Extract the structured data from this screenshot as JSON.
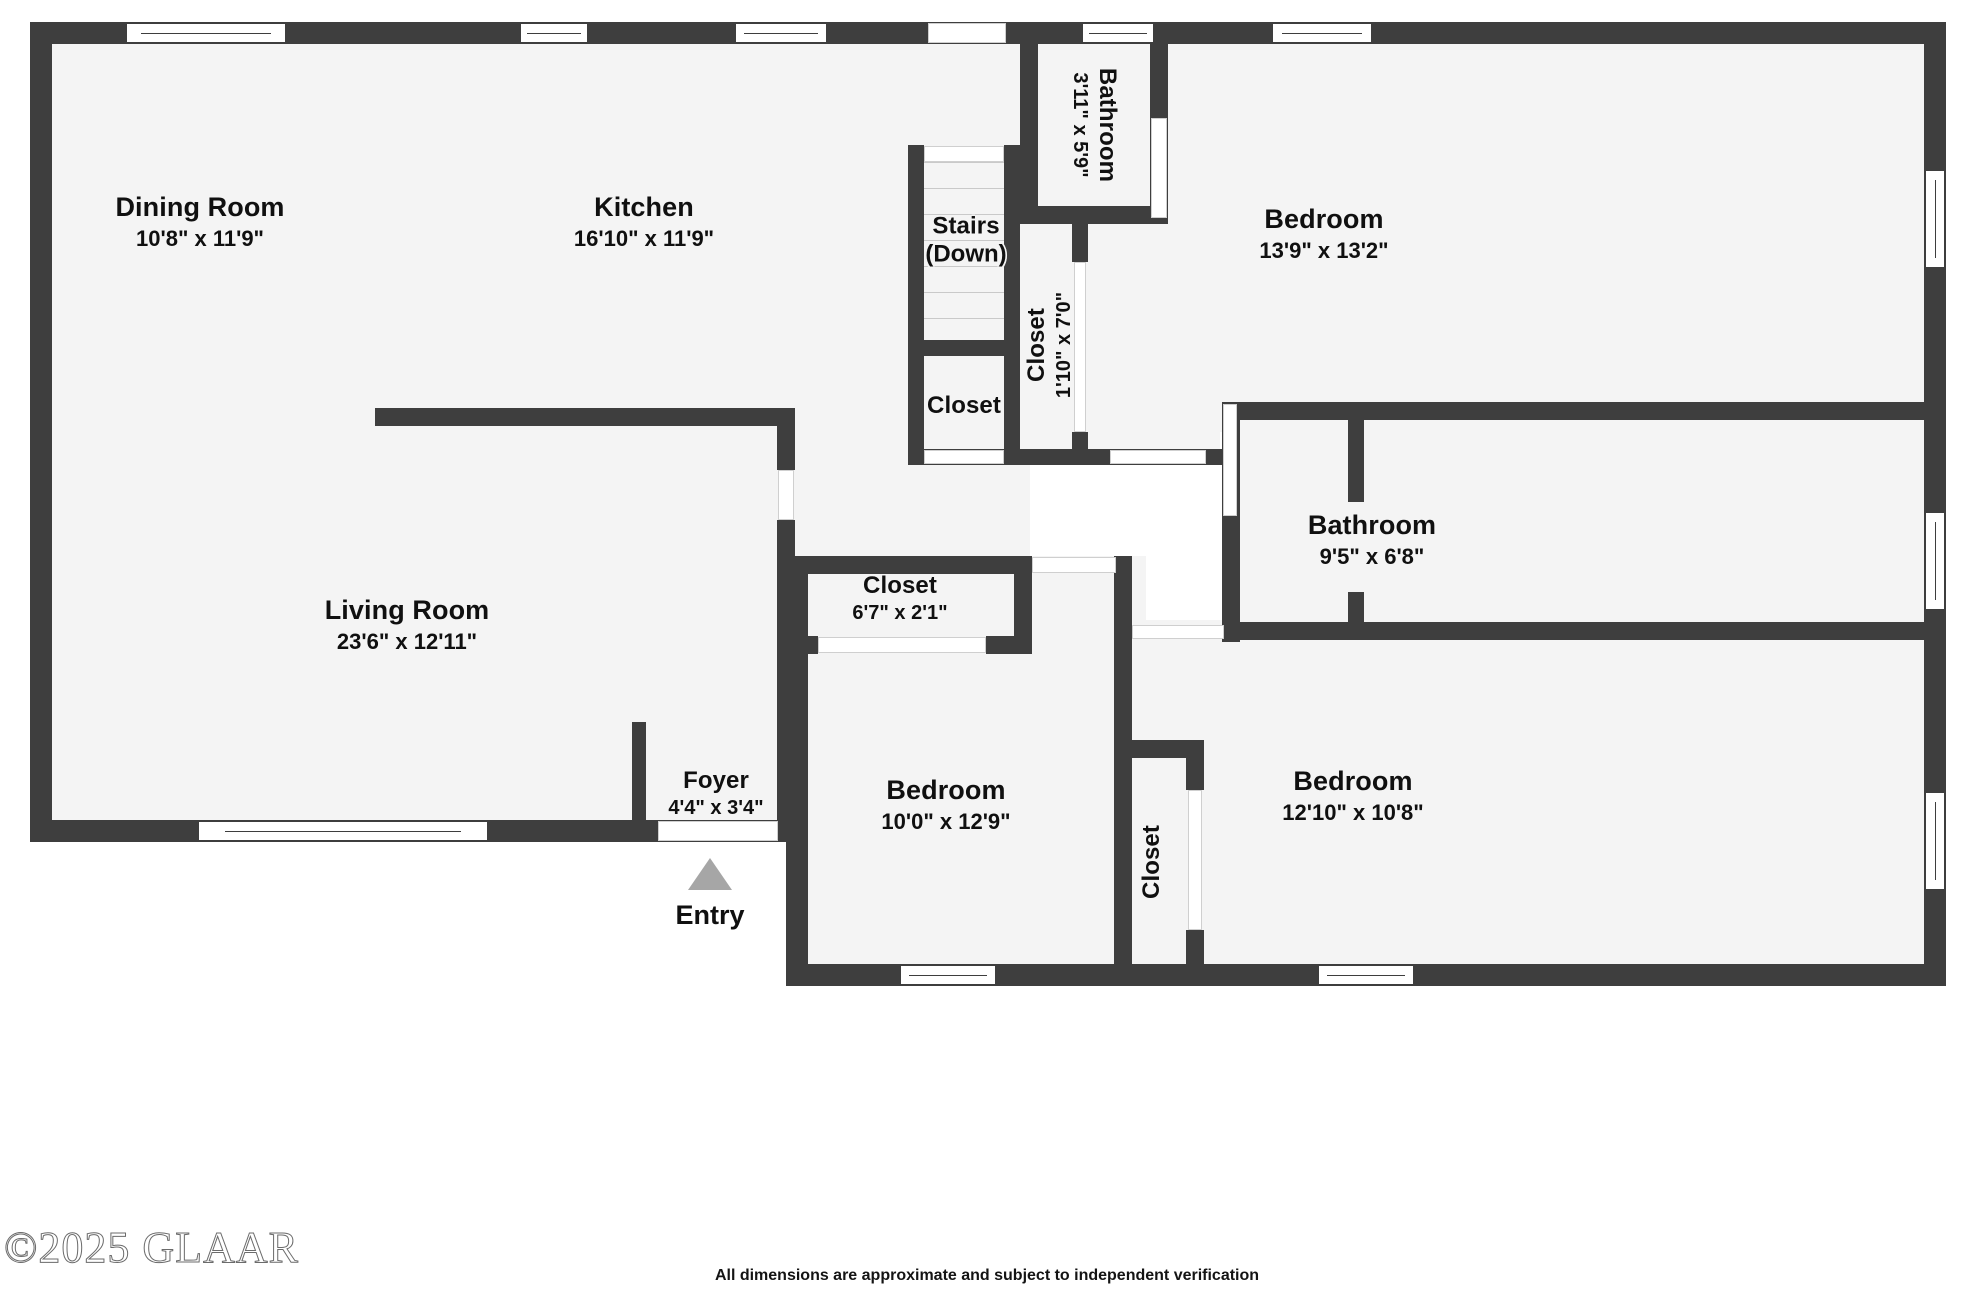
{
  "document": {
    "type": "floor-plan",
    "watermark": "©2025 GLAAR",
    "footer_note": "All dimensions are approximate and subject to independent verification"
  },
  "entry": {
    "label": "Entry",
    "marker": "entry-arrow-icon"
  },
  "rooms": [
    {
      "id": "dining-room",
      "name": "Dining Room",
      "dimensions": "10'8\" x 11'9\""
    },
    {
      "id": "kitchen",
      "name": "Kitchen",
      "dimensions": "16'10\" x 11'9\""
    },
    {
      "id": "living-room",
      "name": "Living Room",
      "dimensions": "23'6\" x 12'11\""
    },
    {
      "id": "foyer",
      "name": "Foyer",
      "dimensions": "4'4\" x 3'4\""
    },
    {
      "id": "stairs",
      "name": "Stairs",
      "dimensions": "(Down)"
    },
    {
      "id": "closet-stairs",
      "name": "Closet",
      "dimensions": ""
    },
    {
      "id": "bathroom-top",
      "name": "Bathroom",
      "dimensions": "3'11\" x 5'9\""
    },
    {
      "id": "closet-hall",
      "name": "Closet",
      "dimensions": "1'10\" x 7'0\""
    },
    {
      "id": "bedroom-top-right",
      "name": "Bedroom",
      "dimensions": "13'9\" x 13'2\""
    },
    {
      "id": "bathroom-right",
      "name": "Bathroom",
      "dimensions": "9'5\" x 6'8\""
    },
    {
      "id": "closet-bedroom-2",
      "name": "Closet",
      "dimensions": "6'7\" x 2'1\""
    },
    {
      "id": "bedroom-center",
      "name": "Bedroom",
      "dimensions": "10'0\" x 12'9\""
    },
    {
      "id": "closet-bedroom-3",
      "name": "Closet",
      "dimensions": ""
    },
    {
      "id": "bedroom-bottom-right",
      "name": "Bedroom",
      "dimensions": "12'10\" x 10'8\""
    }
  ],
  "colors": {
    "wall": "#3e3e3e",
    "floor": "#f4f4f4",
    "background": "#ffffff",
    "entry_marker": "#a6a6a6",
    "text": "#101010"
  }
}
